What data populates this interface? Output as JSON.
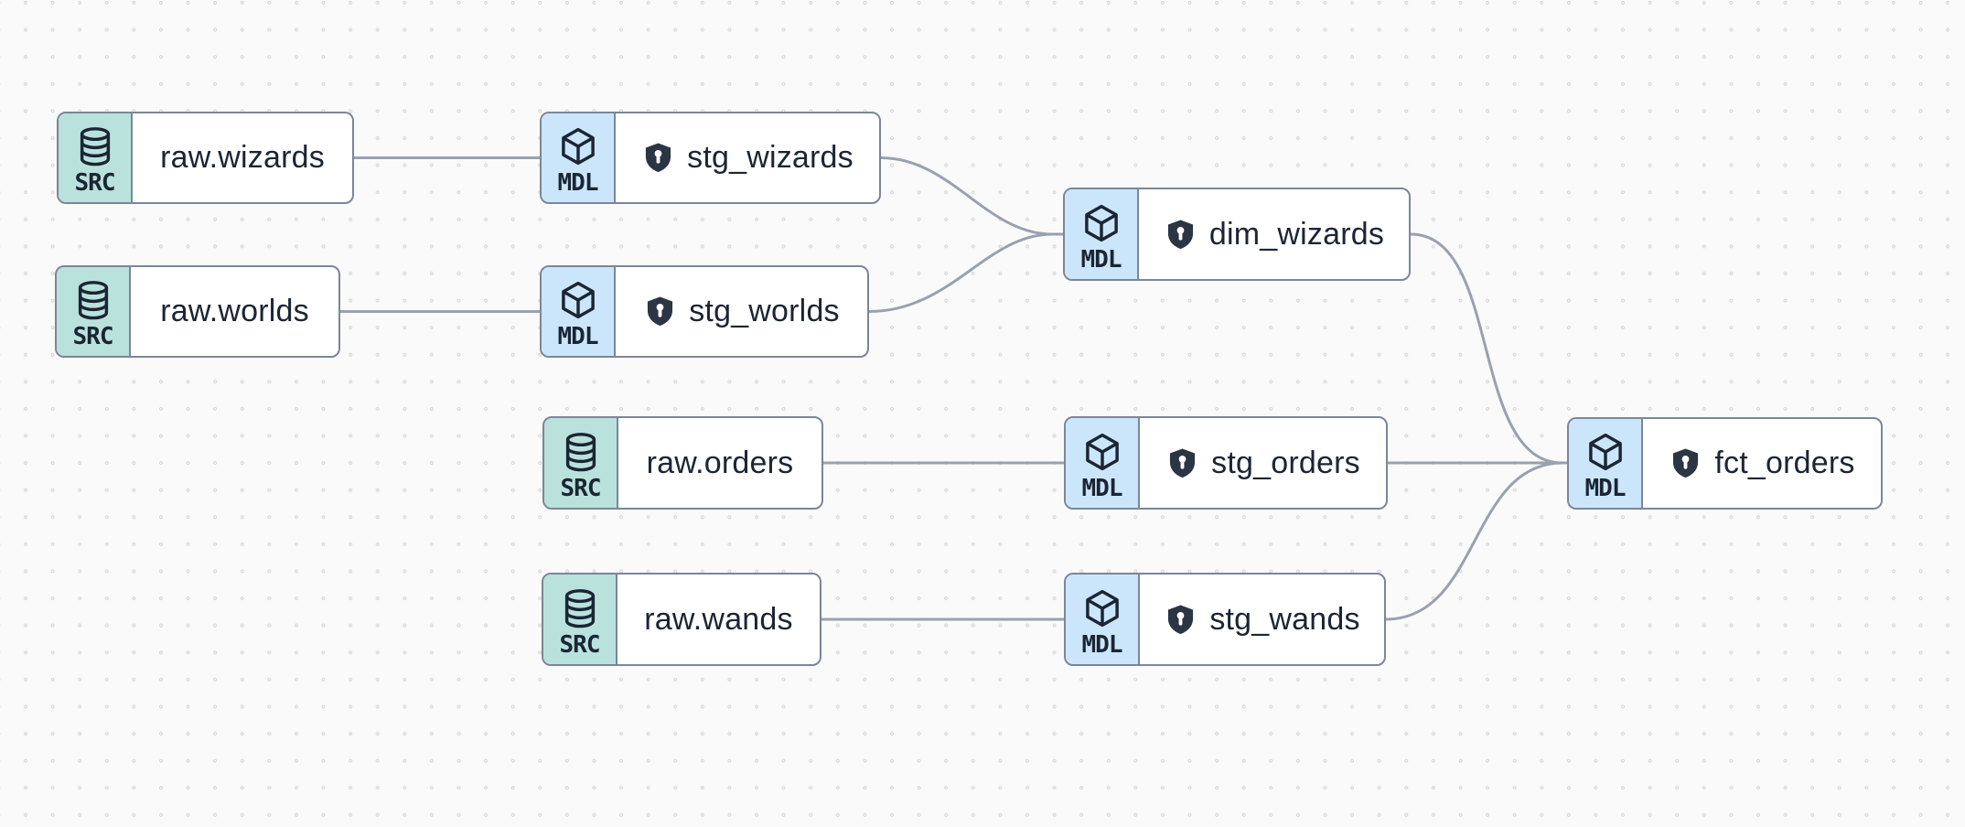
{
  "app": {
    "view": "data-lineage-graph"
  },
  "palette": {
    "source_badge_bg": "#b9e2dc",
    "model_badge_bg": "#cbe6fa",
    "node_border": "#7b8698",
    "edge_color": "#99a1b0",
    "text_color": "#1b2534",
    "shield_color": "#2b3544",
    "canvas_bg": "#fafafa",
    "dot_color": "#d6d6d6"
  },
  "nodes": [
    {
      "id": "raw.wizards",
      "label": "raw.wizards",
      "type": "source",
      "type_label": "SRC",
      "icon": "database-icon",
      "protected": false
    },
    {
      "id": "raw.worlds",
      "label": "raw.worlds",
      "type": "source",
      "type_label": "SRC",
      "icon": "database-icon",
      "protected": false
    },
    {
      "id": "stg_wizards",
      "label": "stg_wizards",
      "type": "model",
      "type_label": "MDL",
      "icon": "cube-icon",
      "protected": true
    },
    {
      "id": "stg_worlds",
      "label": "stg_worlds",
      "type": "model",
      "type_label": "MDL",
      "icon": "cube-icon",
      "protected": true
    },
    {
      "id": "dim_wizards",
      "label": "dim_wizards",
      "type": "model",
      "type_label": "MDL",
      "icon": "cube-icon",
      "protected": true
    },
    {
      "id": "raw.orders",
      "label": "raw.orders",
      "type": "source",
      "type_label": "SRC",
      "icon": "database-icon",
      "protected": false
    },
    {
      "id": "stg_orders",
      "label": "stg_orders",
      "type": "model",
      "type_label": "MDL",
      "icon": "cube-icon",
      "protected": true
    },
    {
      "id": "raw.wands",
      "label": "raw.wands",
      "type": "source",
      "type_label": "SRC",
      "icon": "database-icon",
      "protected": false
    },
    {
      "id": "stg_wands",
      "label": "stg_wands",
      "type": "model",
      "type_label": "MDL",
      "icon": "cube-icon",
      "protected": true
    },
    {
      "id": "fct_orders",
      "label": "fct_orders",
      "type": "model",
      "type_label": "MDL",
      "icon": "cube-icon",
      "protected": true
    }
  ],
  "edges": [
    {
      "from": "raw.wizards",
      "to": "stg_wizards"
    },
    {
      "from": "raw.worlds",
      "to": "stg_worlds"
    },
    {
      "from": "stg_wizards",
      "to": "dim_wizards"
    },
    {
      "from": "stg_worlds",
      "to": "dim_wizards"
    },
    {
      "from": "raw.orders",
      "to": "stg_orders"
    },
    {
      "from": "raw.wands",
      "to": "stg_wands"
    },
    {
      "from": "dim_wizards",
      "to": "fct_orders"
    },
    {
      "from": "stg_orders",
      "to": "fct_orders"
    },
    {
      "from": "stg_wands",
      "to": "fct_orders"
    }
  ]
}
